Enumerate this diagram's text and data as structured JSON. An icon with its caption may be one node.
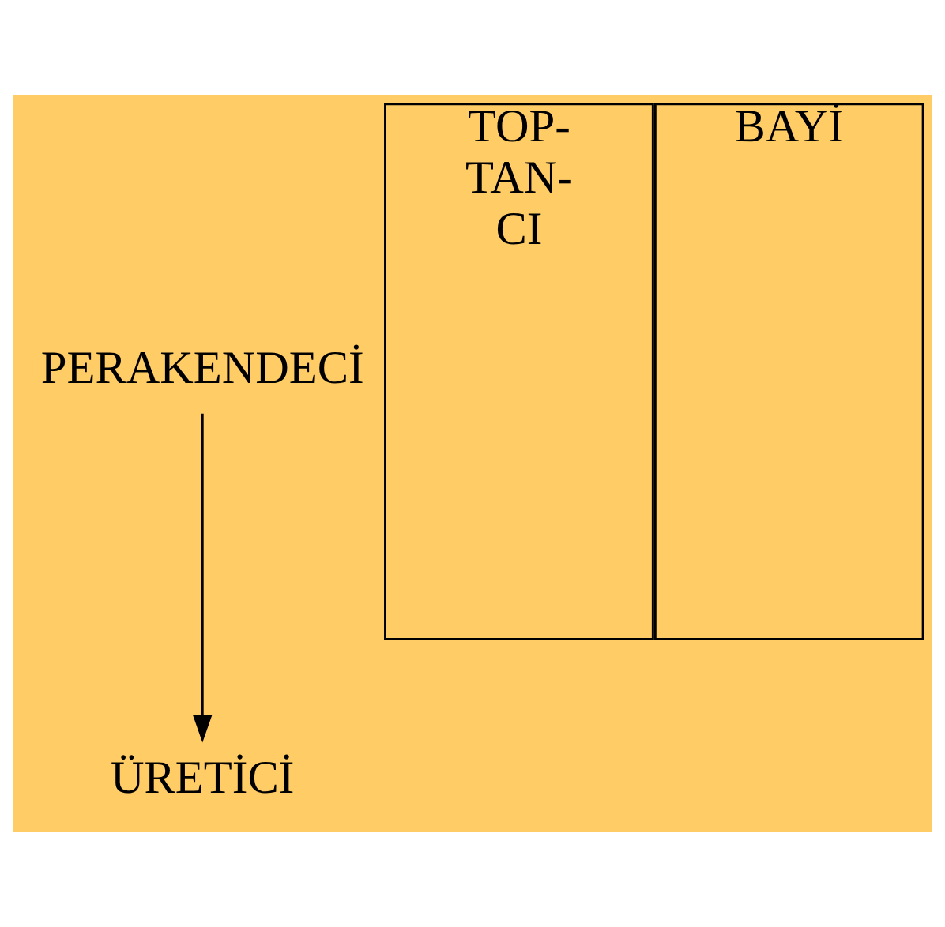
{
  "diagram": {
    "nodes": [
      {
        "text": [
          "ÜRETİCİ"
        ]
      },
      {
        "text": [
          "TOP- TAN- CI"
        ]
      },
      {
        "text": [
          "BAYİ"
        ]
      },
      {
        "text": [
          "PERAKENDECİ"
        ]
      }
    ],
    "edges": [
      {
        "from": 3,
        "to": 0,
        "arrow": "to"
      }
    ]
  }
}
